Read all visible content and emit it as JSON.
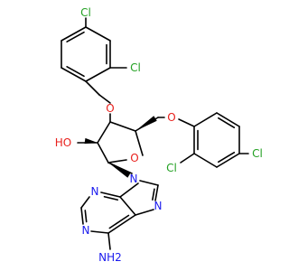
{
  "colors": {
    "bond": "#000000",
    "carbon": "#000000",
    "Cl": "#22a022",
    "O": "#e8201c",
    "N": "#1a1aee",
    "background": "#ffffff"
  },
  "molecule": {
    "labels": [
      {
        "id": "cl-top",
        "element": "Cl",
        "text": "Cl"
      },
      {
        "id": "cl-upper-ortho",
        "element": "Cl",
        "text": "Cl"
      },
      {
        "id": "o-ether-upper",
        "element": "O",
        "text": "O"
      },
      {
        "id": "o-ether-right",
        "element": "O",
        "text": "O"
      },
      {
        "id": "ho-hydroxyl",
        "element": "O",
        "text": "HO"
      },
      {
        "id": "o-ring",
        "element": "O",
        "text": "O"
      },
      {
        "id": "cl-right-ortho",
        "element": "Cl",
        "text": "Cl"
      },
      {
        "id": "cl-right-para",
        "element": "Cl",
        "text": "Cl"
      },
      {
        "id": "n9",
        "element": "N",
        "text": "N"
      },
      {
        "id": "n3",
        "element": "N",
        "text": "N"
      },
      {
        "id": "n1",
        "element": "N",
        "text": "N"
      },
      {
        "id": "n7",
        "element": "N",
        "text": "N"
      },
      {
        "id": "nh2",
        "element": "N",
        "text": "NH2"
      }
    ]
  }
}
